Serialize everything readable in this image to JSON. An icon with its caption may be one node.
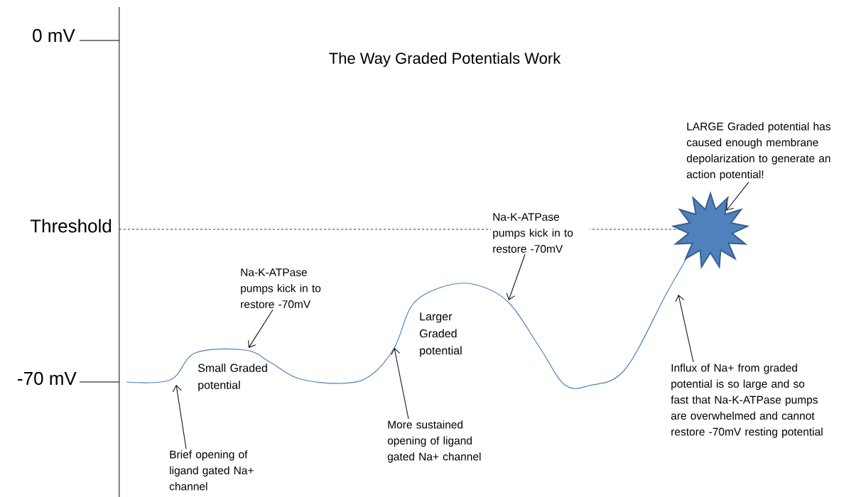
{
  "diagram": {
    "title": "The Way Graded Potentials Work",
    "nodes": [
      {
        "text": [
          "Brief opening of ligand gated Na+ channel"
        ]
      },
      {
        "text": [
          "Na-K-ATPase pumps kick in to restore -70mV"
        ]
      },
      {
        "text": [
          "More sustained opening of ligand gated Na+ channel"
        ]
      },
      {
        "text": [
          "Na-K-ATPase pumps kick in to restore -70mV"
        ]
      },
      {
        "text": [
          "LARGE Graded potential has caused enough membrane depolarization to generate an action potential!"
        ]
      },
      {
        "text": [],
        "shape": "star"
      },
      {
        "text": [
          "Influx of Na+ from graded potential is so large and so fast that Na-K-ATPase pumps are overwhelmed and cannot restore -70mV resting potential"
        ]
      }
    ],
    "edges": [
      {
        "from": 0,
        "to": null,
        "arrow": "to"
      },
      {
        "from": 1,
        "to": null,
        "arrow": "to"
      },
      {
        "from": 2,
        "to": null,
        "arrow": "to"
      },
      {
        "from": 3,
        "to": null,
        "arrow": "to"
      },
      {
        "from": 4,
        "to": 5,
        "arrow": "to"
      },
      {
        "from": 6,
        "to": null,
        "arrow": "to"
      }
    ],
    "labels": [
      "0 mV",
      "Threshold",
      "-70 mV",
      "Small Graded potential",
      "Larger Graded potential"
    ]
  }
}
